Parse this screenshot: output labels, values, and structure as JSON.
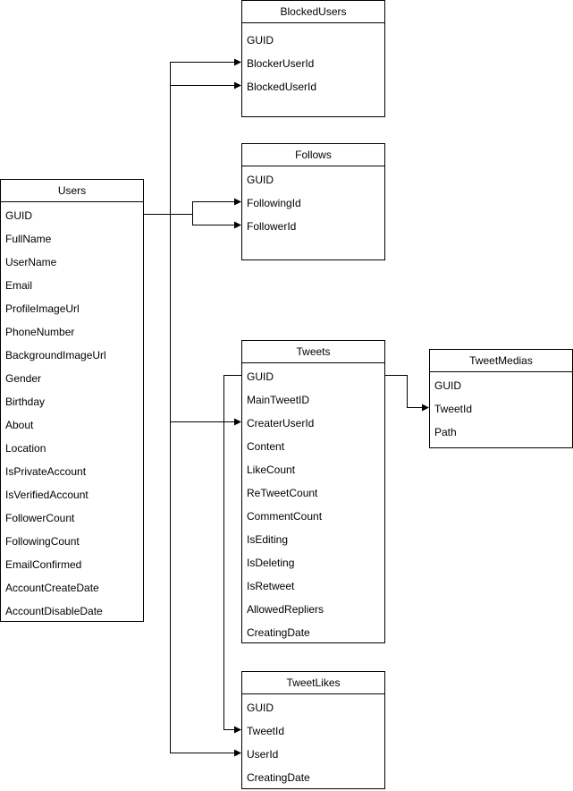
{
  "entities": {
    "blocked_users": {
      "title": "BlockedUsers",
      "fields": [
        "GUID",
        "BlockerUserId",
        "BlockedUserId"
      ]
    },
    "follows": {
      "title": "Follows",
      "fields": [
        "GUID",
        "FollowingId",
        "FollowerId"
      ]
    },
    "users": {
      "title": "Users",
      "fields": [
        "GUID",
        "FullName",
        "UserName",
        "Email",
        "ProfileImageUrl",
        "PhoneNumber",
        "BackgroundImageUrl",
        "Gender",
        "Birthday",
        "About",
        "Location",
        "IsPrivateAccount",
        "IsVerifiedAccount",
        "FollowerCount",
        "FollowingCount",
        "EmailConfirmed",
        "AccountCreateDate",
        "AccountDisableDate"
      ]
    },
    "tweets": {
      "title": "Tweets",
      "fields": [
        "GUID",
        "MainTweetID",
        "CreaterUserId",
        "Content",
        "LikeCount",
        "ReTweetCount",
        "CommentCount",
        "IsEditing",
        "IsDeleting",
        "IsRetweet",
        "AllowedRepliers",
        "CreatingDate"
      ]
    },
    "tweet_medias": {
      "title": "TweetMedias",
      "fields": [
        "GUID",
        "TweetId",
        "Path"
      ]
    },
    "tweet_likes": {
      "title": "TweetLikes",
      "fields": [
        "GUID",
        "TweetId",
        "UserId",
        "CreatingDate"
      ]
    }
  }
}
